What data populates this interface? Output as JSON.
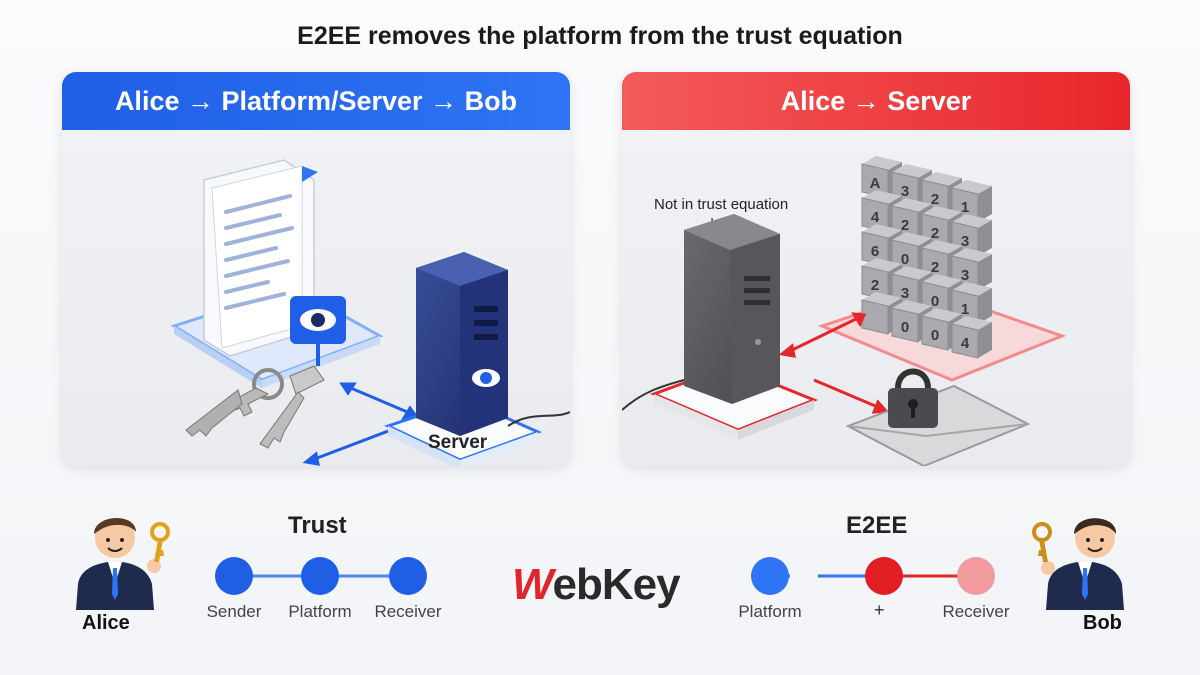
{
  "title": "E2EE removes the platform from the trust equation",
  "left_panel": {
    "header": "Alice → Platform/Server → Bob",
    "server_label": "Server",
    "accent": "#2563eb",
    "icons": [
      "document-icon",
      "eye-icon",
      "server-icon",
      "keys-icon"
    ]
  },
  "right_panel": {
    "header": "Alice → Server",
    "note": "Not in trust equation",
    "accent": "#e5262b",
    "icons": [
      "server-icon",
      "cipher-blocks-icon",
      "locked-envelope-icon"
    ],
    "cipher_grid": [
      [
        "A",
        "3",
        "2",
        "1"
      ],
      [
        "4",
        "2",
        "2",
        "3"
      ],
      [
        "6",
        "0",
        "2",
        "3"
      ],
      [
        "2",
        "3",
        "0",
        "1"
      ],
      [
        "",
        "0",
        "0",
        "4"
      ]
    ]
  },
  "people": {
    "alice": "Alice",
    "bob": "Bob"
  },
  "trust_flow": {
    "title": "Trust",
    "nodes": [
      "Sender",
      "Platform",
      "Receiver"
    ]
  },
  "e2ee_flow": {
    "title": "E2EE",
    "nodes": [
      "Platform",
      "+",
      "Receiver"
    ]
  },
  "brand": {
    "first": "W",
    "rest": "ebKey"
  }
}
